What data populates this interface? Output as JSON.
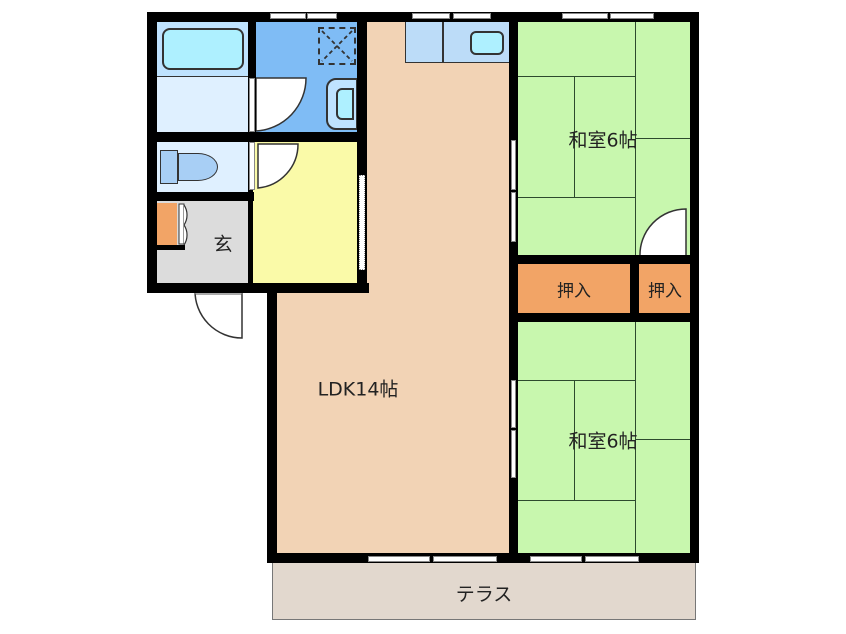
{
  "floorplan": {
    "colors": {
      "wall": "#000000",
      "ldk": "#f2d3b5",
      "washroom": "#7fbcf5",
      "bath": "#dff0ff",
      "bathtub": "#aef0ff",
      "toilet_room": "#dff0ff",
      "storage_yellow": "#fafaa8",
      "entrance": "#dcdcdc",
      "tatami": "#c8f7ae",
      "closet": "#f2a466",
      "terrace": "#e2d8ce"
    },
    "rooms": {
      "ldk": {
        "label": "LDK14帖"
      },
      "japanese_room_1": {
        "label": "和室6帖"
      },
      "japanese_room_2": {
        "label": "和室6帖"
      },
      "closet_1": {
        "label": "押入"
      },
      "closet_2": {
        "label": "押入"
      },
      "entrance": {
        "label": "玄"
      },
      "terrace": {
        "label": "テラス"
      }
    }
  }
}
